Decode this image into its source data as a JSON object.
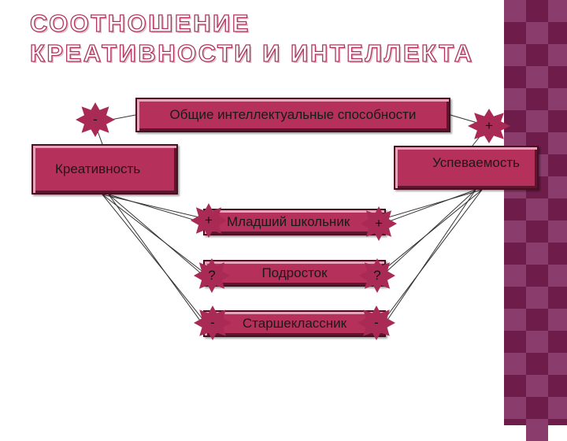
{
  "title": {
    "line1": "СООТНОШЕНИЕ",
    "line2": "КРЕАТИВНОСТИ И ИНТЕЛЛЕКТА"
  },
  "boxes": {
    "general_abilities": "Общие интеллектуальные способности",
    "creativity": "Креативность",
    "achievement": "Успеваемость",
    "junior_student": "Младший школьник",
    "teenager": "Подросток",
    "senior_student": "Старшеклассник"
  },
  "markers": {
    "creativity_general": "-",
    "general_achievement": "+",
    "junior_left": "+",
    "junior_right": "+",
    "teen_left": "?",
    "teen_right": "?",
    "senior_left": "-",
    "senior_right": "-"
  },
  "colors": {
    "box_fill": "#b5305a",
    "box_border": "#4c0d23",
    "burst_fill": "#a92a55",
    "connector": "#333333",
    "title_outline": "#b1335e",
    "side_band": "#6e1d4a",
    "side_band_tile": "#8a3c6c"
  }
}
